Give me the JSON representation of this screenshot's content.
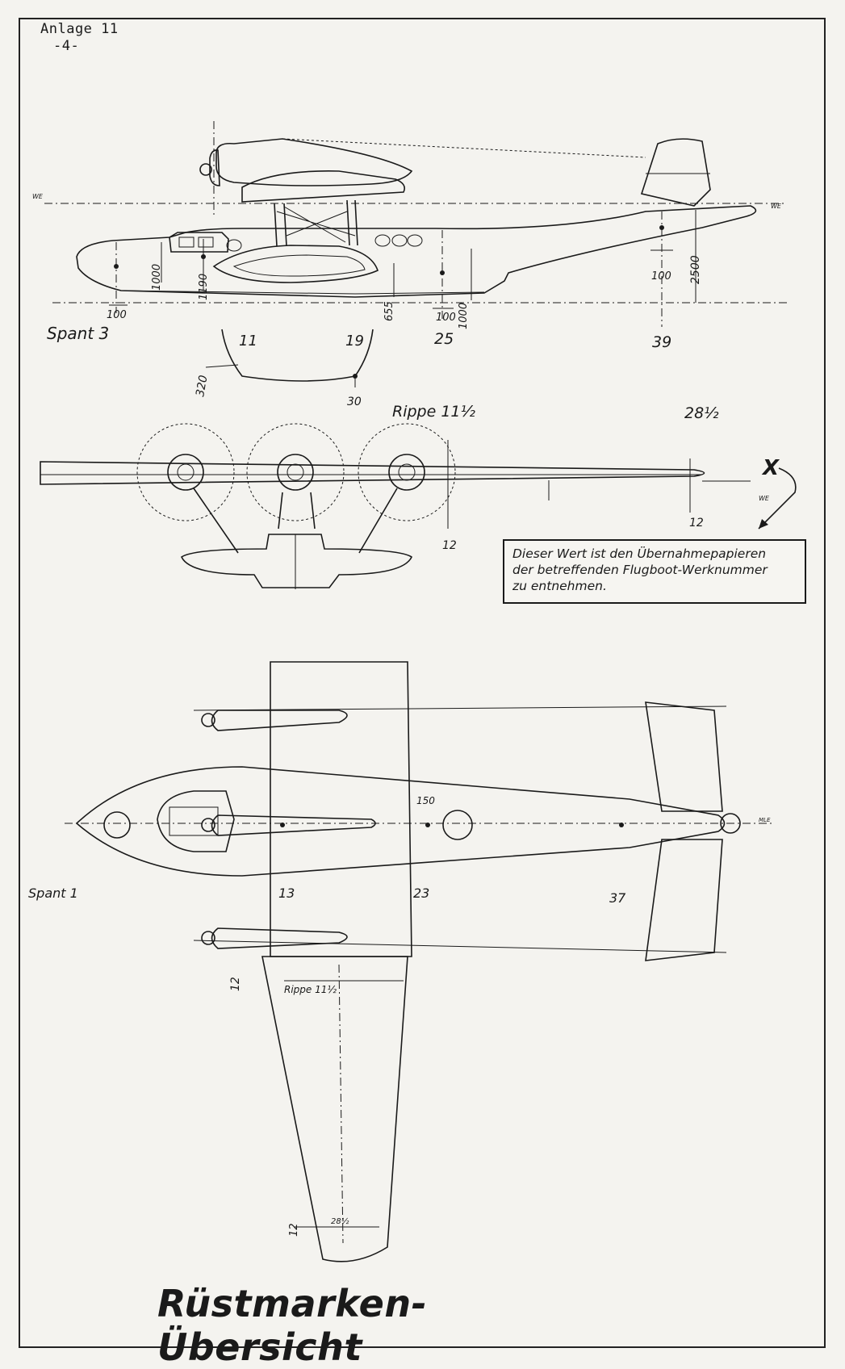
{
  "header": {
    "annex": "Anlage 11",
    "page": "-4-"
  },
  "note": {
    "line1": "Dieser Wert ist den Übernahmepapieren",
    "line2": "der betreffenden Flugboot-Werknummer",
    "line3": "zu entnehmen."
  },
  "title": "Rüstmarken-Übersicht",
  "side_view": {
    "we_left": "WE",
    "we_right": "WE",
    "frame_label": "Spant 3",
    "dims": {
      "d100a": "100",
      "d1000a": "1000",
      "d1190": "1190",
      "d655": "655",
      "d100b": "100",
      "d1000b": "1000",
      "d100c": "100",
      "d2500": "2500"
    },
    "stations": {
      "s25": "25",
      "s39": "39"
    },
    "section": {
      "s11": "11",
      "s19": "19",
      "d320": "320",
      "d30": "30"
    }
  },
  "front_view": {
    "rib_label": "Rippe 11½",
    "rib_tip": "28½",
    "dim12a": "12",
    "dim12b": "12",
    "x_mark": "X",
    "we": "WE"
  },
  "top_view": {
    "frame_label": "Spant 1",
    "s13": "13",
    "s23": "23",
    "s37": "37",
    "d150": "150",
    "mle": "MLE",
    "dim12": "12",
    "rib_label": "Rippe 11½",
    "d12b": "12",
    "rib_tip": "28½"
  }
}
